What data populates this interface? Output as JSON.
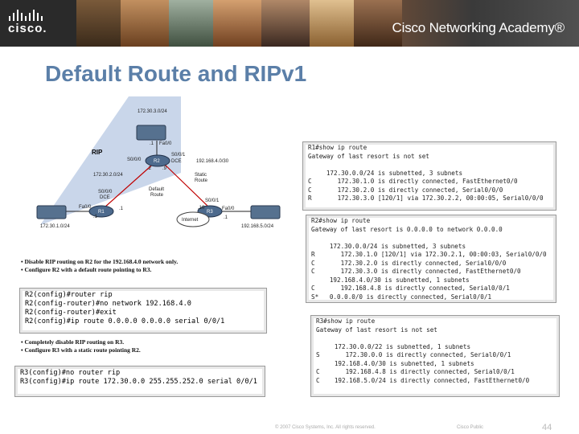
{
  "header": {
    "logo_text": "cisco.",
    "academy_text": "Cisco Networking Academy®",
    "colors": {
      "banner": "#2a2a2a",
      "title": "#5b7fa8"
    }
  },
  "title": "Default Route and RIPv1",
  "diagram": {
    "net_top": "172.30.3.0/24",
    "r2_fa": "Fa0/0",
    "r2_dot1": ".1",
    "rip_label": "RIP",
    "r2_s000": "S0/0/0",
    "r2_s001": "S0/0/1",
    "r2_dce": "DCE",
    "r2_name": "R2",
    "net_r2r3": "192.168.4.0/30",
    "dot2_left": ".2",
    "dot9": ".9",
    "static_label_1": "Static",
    "static_label_2": "Route",
    "net_r1r2": "172.30.2.0/24",
    "r1_s000": "S0/0/0",
    "r1_dce": "DCE",
    "default_label_1": "Default",
    "default_label_2": "Route",
    "r1_fa": "Fa0/0",
    "r1_dot1": ".1",
    "r1_dot1b": ".1",
    "r1_name": "R1",
    "r3_s001": "S0/0/1",
    "r3_fa": "Fa0/0",
    "r3_dot10": ".10",
    "r3_dot1": ".1",
    "r3_name": "R3",
    "internet": "Internet",
    "net_bottom_left": "172.30.1.0/24",
    "net_bottom_right": "192.168.5.0/24"
  },
  "bullets1": [
    "• Disable RIP routing on R2 for the 192.168.4.0 network only.",
    "• Configure R2 with a default route pointing to R3."
  ],
  "cmd1": [
    "R2(config)#router rip",
    "R2(config-router)#no network 192.168.4.0",
    "R2(config-router)#exit",
    "R2(config)#ip route 0.0.0.0 0.0.0.0 serial 0/0/1"
  ],
  "bullets2": [
    "• Completely disable RIP routing on R3.",
    "• Configure R3 with a static route pointing R2."
  ],
  "cmd2": [
    "R3(config)#no router rip",
    "R3(config)#ip route 172.30.0.0 255.255.252.0 serial 0/0/1"
  ],
  "r1_output": [
    "R1#show ip route",
    "Gateway of last resort is not set",
    "",
    "     172.30.0.0/24 is subnetted, 3 subnets",
    "C       172.30.1.0 is directly connected, FastEthernet0/0",
    "C       172.30.2.0 is directly connected, Serial0/0/0",
    "R       172.30.3.0 [120/1] via 172.30.2.2, 00:00:05, Serial0/0/0"
  ],
  "r2_output": [
    "R2#show ip route",
    "Gateway of last resort is 0.0.0.0 to network 0.0.0.0",
    "",
    "     172.30.0.0/24 is subnetted, 3 subnets",
    "R       172.30.1.0 [120/1] via 172.30.2.1, 00:00:03, Serial0/0/0",
    "C       172.30.2.0 is directly connected, Serial0/0/0",
    "C       172.30.3.0 is directly connected, FastEthernet0/0",
    "     192.168.4.0/30 is subnetted, 1 subnets",
    "C       192.168.4.8 is directly connected, Serial0/0/1",
    "S*   0.0.0.0/0 is directly connected, Serial0/0/1"
  ],
  "r3_output": [
    "R3#show ip route",
    "Gateway of last resort is not set",
    "",
    "     172.30.0.0/22 is subnetted, 1 subnets",
    "S       172.30.0.0 is directly connected, Serial0/0/1",
    "     192.168.4.0/30 is subnetted, 1 subnets",
    "C       192.168.4.8 is directly connected, Serial0/0/1",
    "C    192.168.5.0/24 is directly connected, FastEthernet0/0"
  ],
  "footer": {
    "copyright": "© 2007 Cisco Systems, Inc. All rights reserved.",
    "classification": "Cisco Public",
    "page": "44"
  }
}
